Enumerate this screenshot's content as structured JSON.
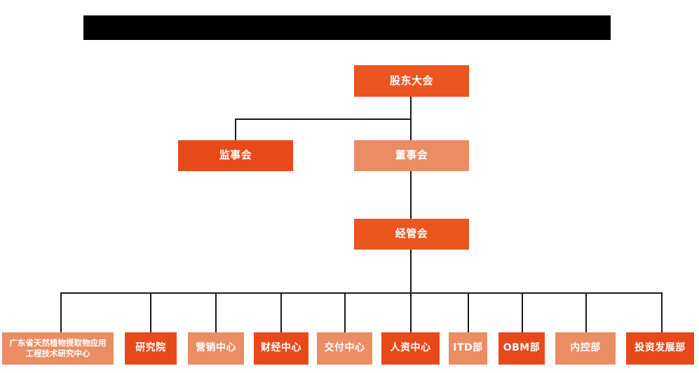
{
  "diagram": {
    "type": "org-chart",
    "title_bar": {
      "name": "redacted-title-bar",
      "text": "",
      "color": "#000000"
    },
    "colors": {
      "dark_orange": "#e8491a",
      "light_orange": "#ea8c64",
      "bright_orange": "#ea5520",
      "connector": "#1a1a1a",
      "background": "#ffffff",
      "label": "#ffffff"
    },
    "levels": [
      {
        "level": 1,
        "nodes": [
          {
            "id": "shareholders-meeting",
            "label": "股东大会",
            "tone": "bright"
          }
        ]
      },
      {
        "level": 2,
        "nodes": [
          {
            "id": "board-of-supervisors",
            "label": "监事会",
            "tone": "dark"
          },
          {
            "id": "board-of-directors",
            "label": "董事会",
            "tone": "light"
          }
        ]
      },
      {
        "level": 3,
        "nodes": [
          {
            "id": "management-committee",
            "label": "经管会",
            "tone": "bright"
          }
        ]
      },
      {
        "level": 4,
        "nodes": [
          {
            "id": "gd-plant-extract-center",
            "label": "广东省天然植物提取物应用工程技术研究中心",
            "tone": "light"
          },
          {
            "id": "research-institute",
            "label": "研究院",
            "tone": "dark"
          },
          {
            "id": "marketing-center",
            "label": "营销中心",
            "tone": "light"
          },
          {
            "id": "finance-center",
            "label": "财经中心",
            "tone": "dark"
          },
          {
            "id": "delivery-center",
            "label": "交付中心",
            "tone": "light"
          },
          {
            "id": "hr-center",
            "label": "人资中心",
            "tone": "dark"
          },
          {
            "id": "itd-department",
            "label": "ITD部",
            "tone": "light"
          },
          {
            "id": "obm-department",
            "label": "OBM部",
            "tone": "dark"
          },
          {
            "id": "internal-control-department",
            "label": "内控部",
            "tone": "light"
          },
          {
            "id": "investment-development-department",
            "label": "投资发展部",
            "tone": "dark"
          }
        ]
      }
    ]
  }
}
